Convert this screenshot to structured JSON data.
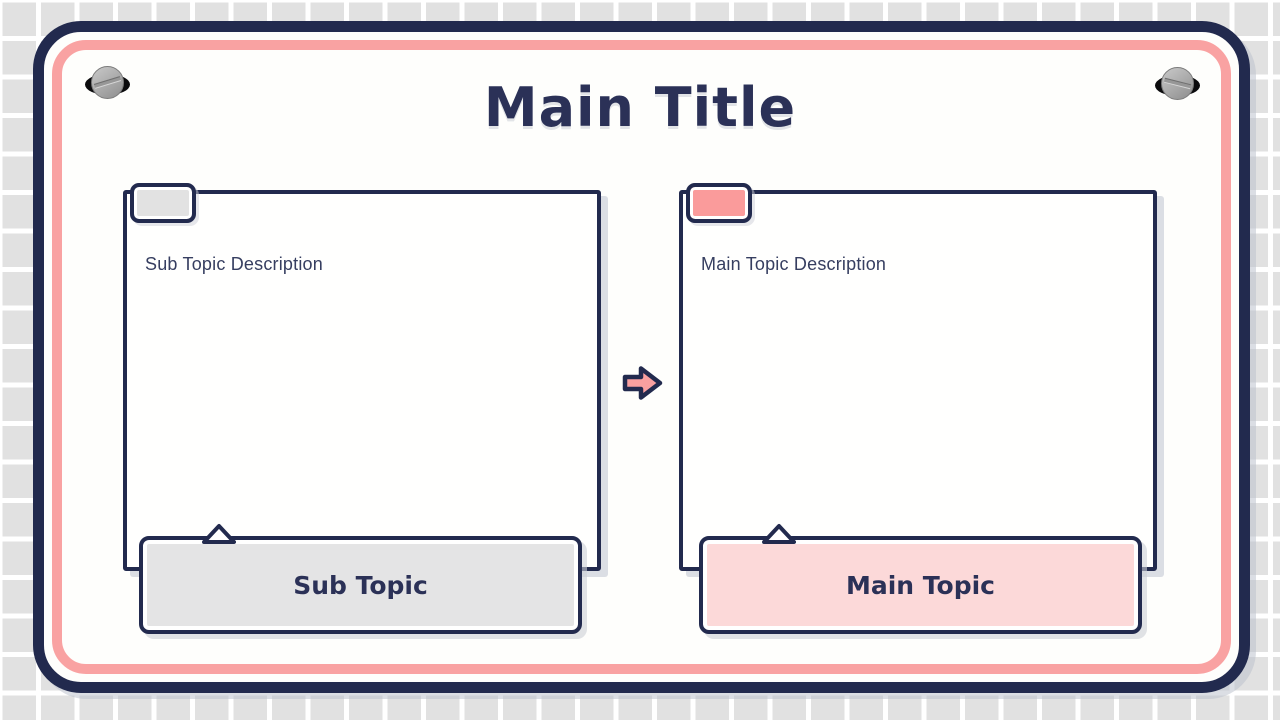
{
  "slide": {
    "title": "Main Title"
  },
  "panels": [
    {
      "id": "sub",
      "description": "Sub Topic Description",
      "label": "Sub Topic"
    },
    {
      "id": "main",
      "description": "Main Topic Description",
      "label": "Main Topic"
    }
  ],
  "icons": {
    "left_screw": "screw-icon",
    "right_screw": "screw-icon",
    "flow_arrow": "arrow-right-icon",
    "sub_caret": "caret-up-icon",
    "main_caret": "caret-up-icon"
  },
  "colors": {
    "navy": "#222a4e",
    "title_navy": "#2b3157",
    "salmon_border": "#f9a2a2",
    "salmon_tab": "#fa9b9b",
    "light_pink": "#fcd9d9",
    "gray_tab": "#e2e2e2",
    "gray_label": "#e4e4e5",
    "tile_gray": "#e1e1e1",
    "card_white": "#fefefc"
  }
}
